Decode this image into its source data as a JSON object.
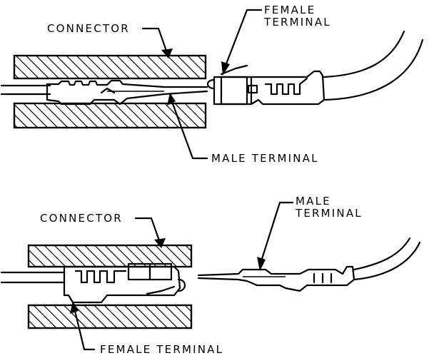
{
  "top_view": {
    "connector_label": "CONNECTOR",
    "female_label": [
      "FEMALE",
      "TERMINAL"
    ],
    "male_label": "MALE TERMINAL"
  },
  "bottom_view": {
    "connector_label": "CONNECTOR",
    "male_label": [
      "MALE",
      "TERMINAL"
    ],
    "female_label": "FEMALE TERMINAL"
  }
}
